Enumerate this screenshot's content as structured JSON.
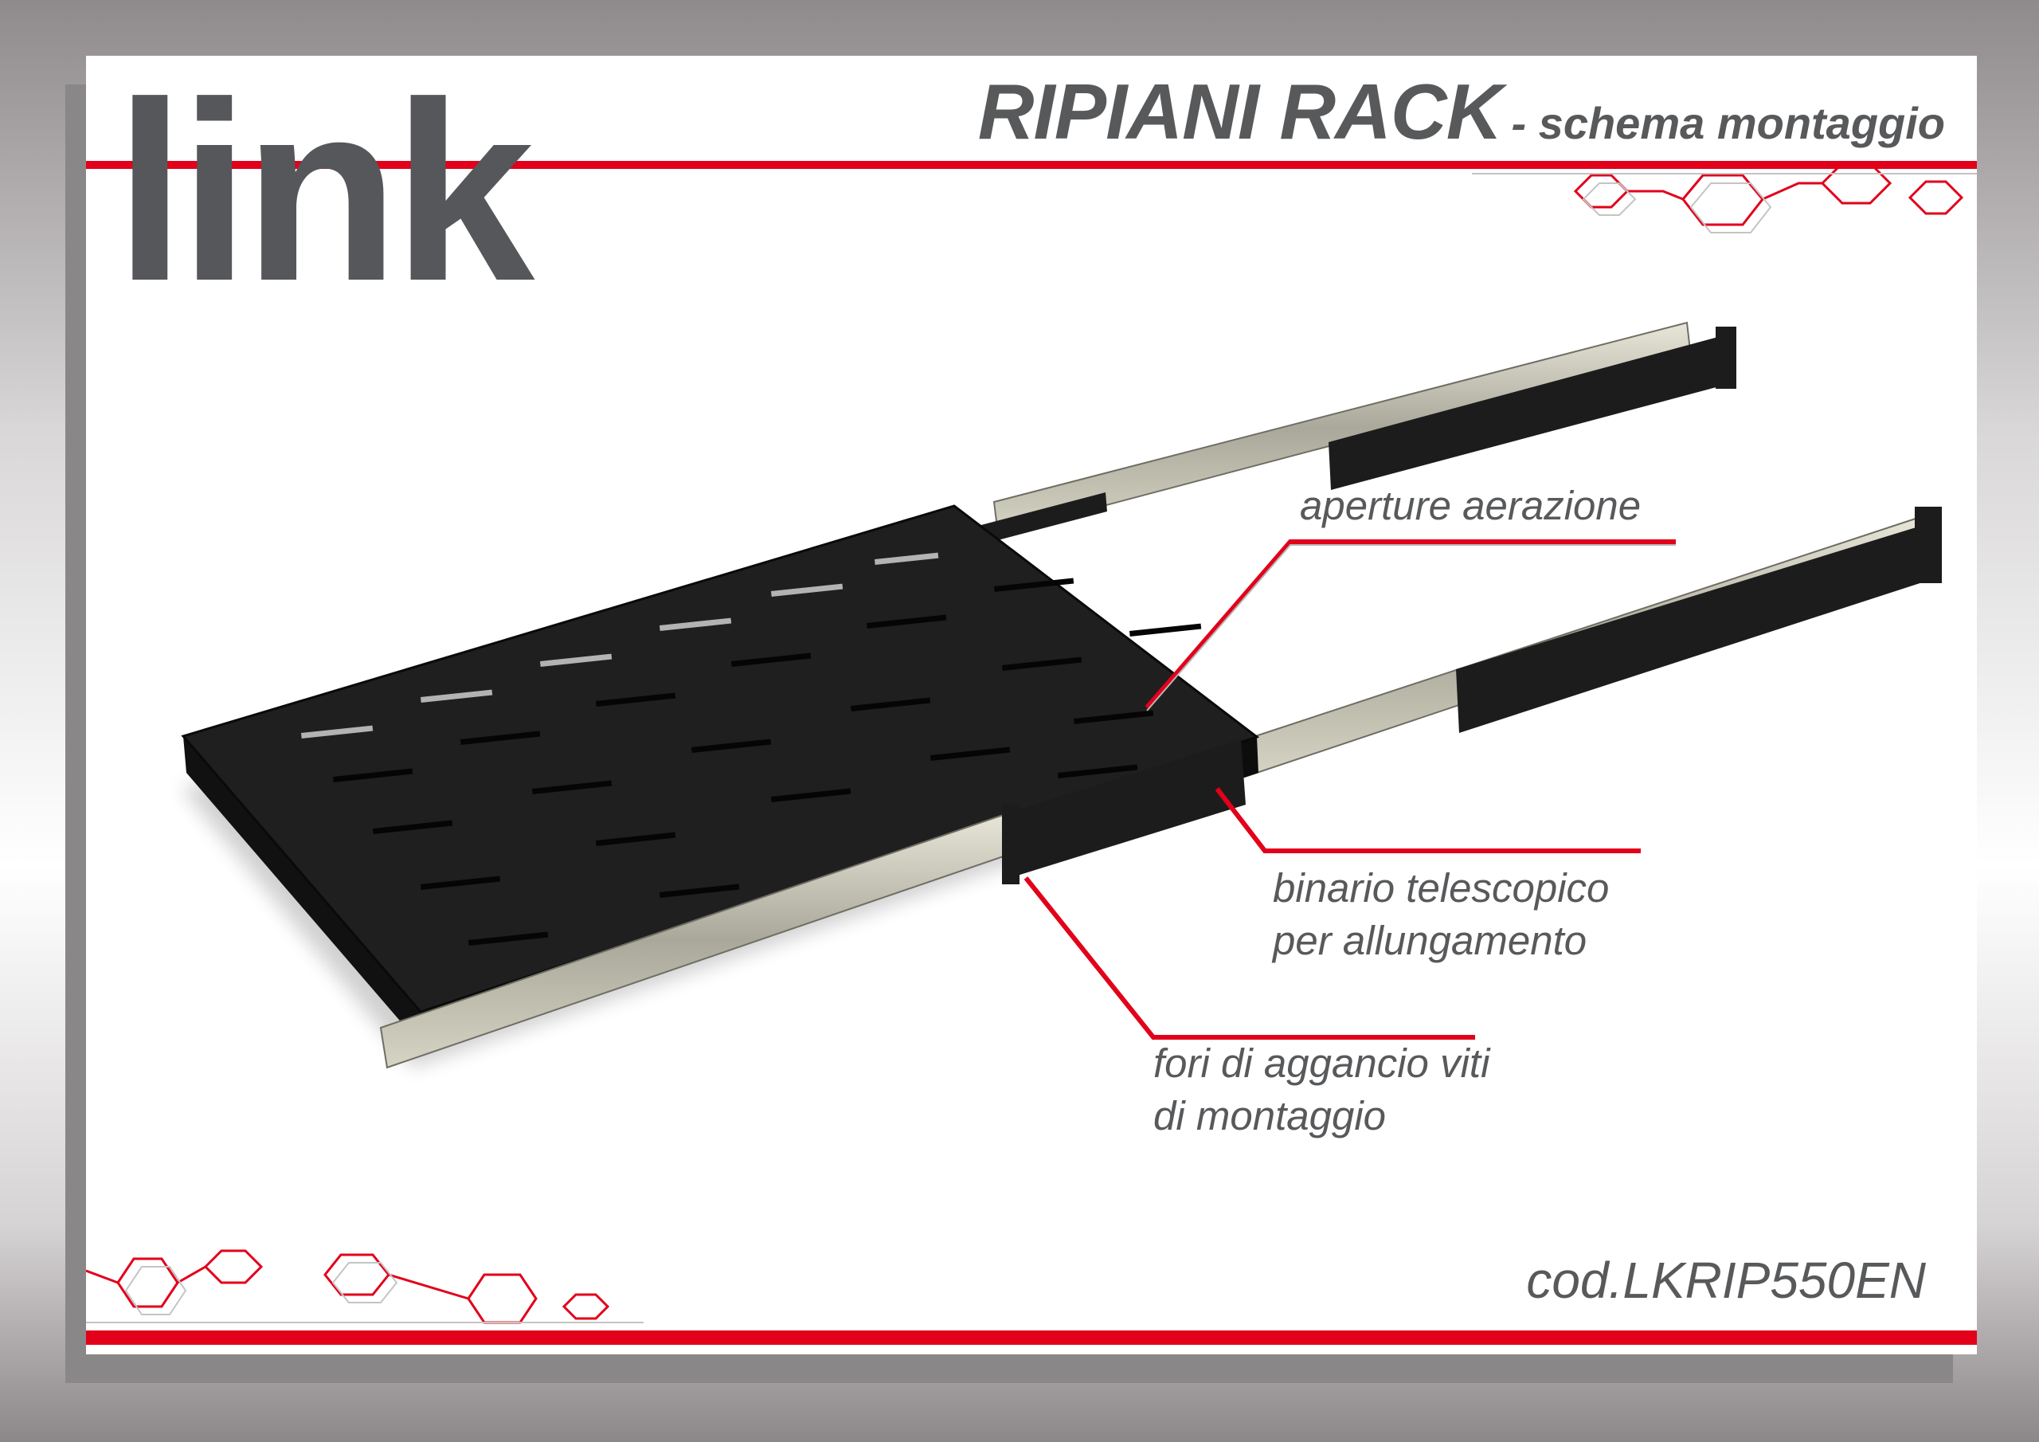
{
  "brand": {
    "logo_text": "link"
  },
  "header": {
    "title": "RIPIANI RACK",
    "subtitle": "- schema montaggio"
  },
  "callouts": [
    {
      "text": "aperture aerazione"
    },
    {
      "text": "binario telescopico per allungamento"
    },
    {
      "text": "fori di aggancio viti di montaggio"
    }
  ],
  "footer": {
    "product_code": "cod.LKRIP550EN"
  },
  "colors": {
    "accent": "#e2001a",
    "text": "#58595b",
    "shelf": "#1c1c1c",
    "rail": "#b8b7a8"
  },
  "icons": [
    "hexagon-pattern-decoration"
  ]
}
